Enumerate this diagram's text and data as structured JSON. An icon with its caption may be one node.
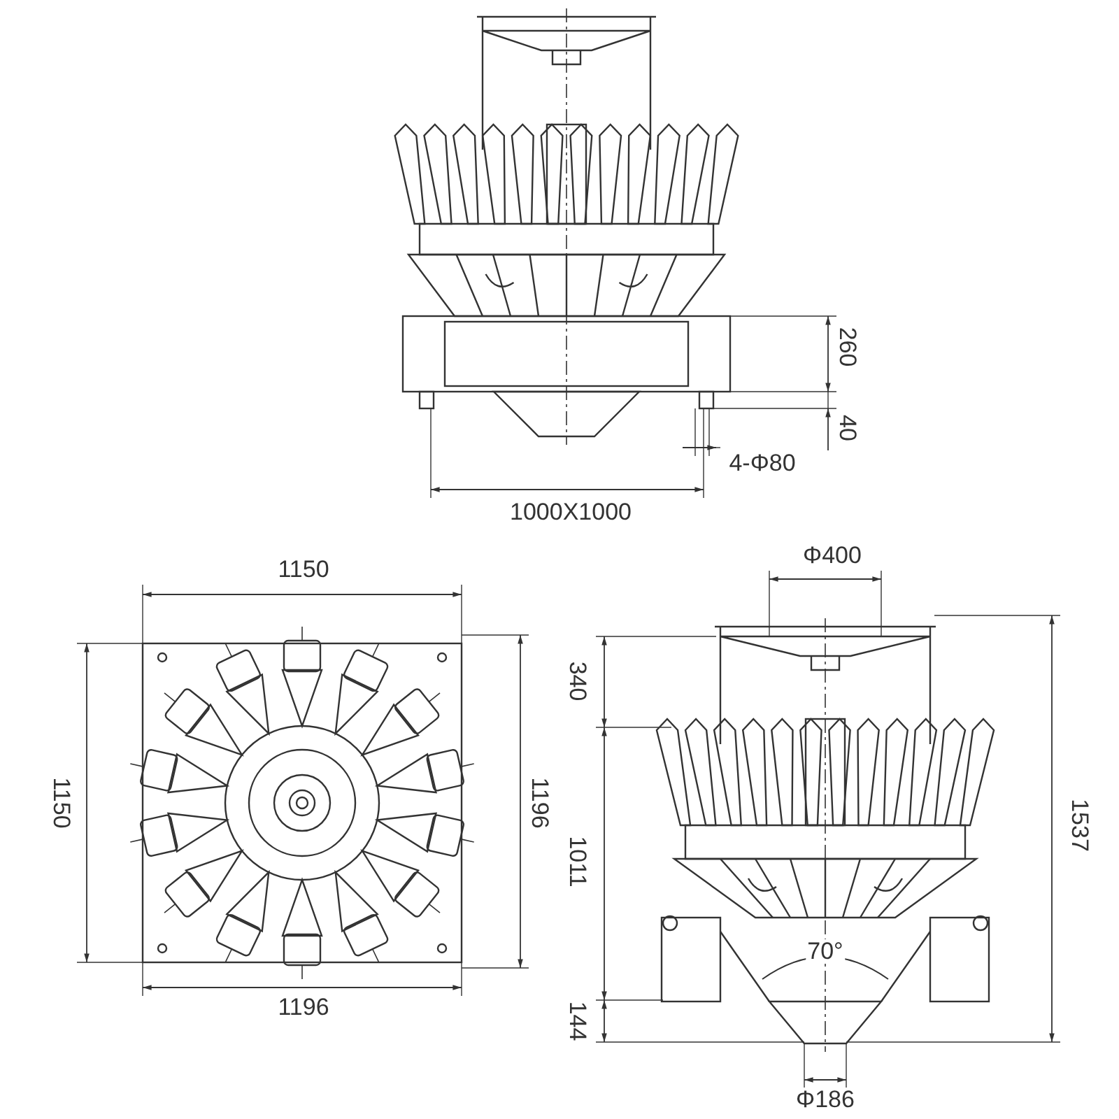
{
  "diagram": {
    "labels": [
      "260",
      "40",
      "4-Φ80",
      "1000X1000",
      "1150",
      "Φ400",
      "340",
      "1150",
      "1196",
      "1011",
      "1537",
      "70°",
      "1196",
      "144",
      "Φ186"
    ]
  }
}
